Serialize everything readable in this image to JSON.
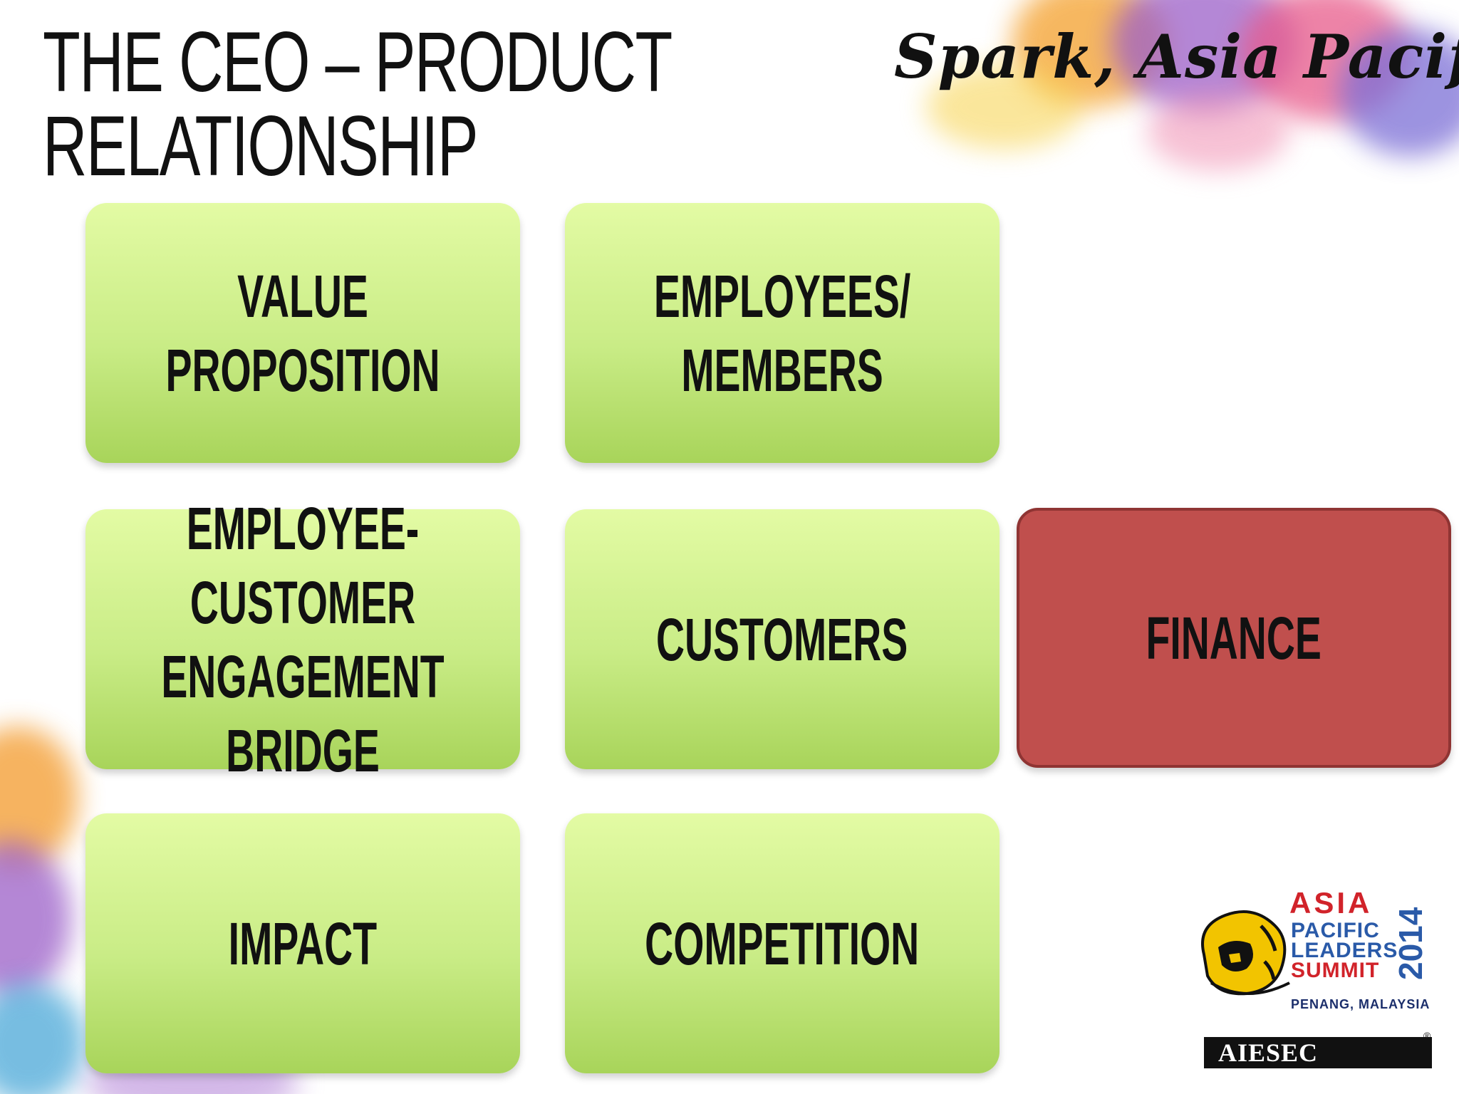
{
  "slide": {
    "title_lines": [
      "THE CEO – PRODUCT",
      "RELATIONSHIP"
    ],
    "brand_text": "Spark, Asia Pacific!"
  },
  "boxes": [
    {
      "label": "VALUE PROPOSITION",
      "color": "green"
    },
    {
      "label": "EMPLOYEES/\nMEMBERS",
      "color": "green"
    },
    {
      "label": "EMPLOYEE-\nCUSTOMER\nENGAGEMENT BRIDGE",
      "color": "green"
    },
    {
      "label": "CUSTOMERS",
      "color": "green"
    },
    {
      "label": "FINANCE",
      "color": "red"
    },
    {
      "label": "IMPACT",
      "color": "green"
    },
    {
      "label": "COMPETITION",
      "color": "green"
    }
  ],
  "logo": {
    "asia": "ASIA",
    "pacific": "PACIFIC",
    "leaders": "LEADERS",
    "summit": "SUMMIT",
    "year": "2014",
    "location": "PENANG, MALAYSIA",
    "org": "AIESEC",
    "reg_mark": "®"
  },
  "colors": {
    "box_green_top": "#e3fba4",
    "box_green_bottom": "#a8d45a",
    "box_red": "#c04f4d",
    "text": "#111111"
  }
}
